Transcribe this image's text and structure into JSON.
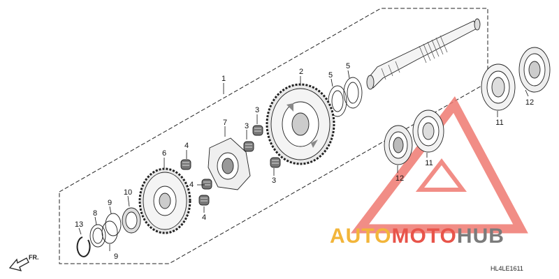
{
  "diagram": {
    "callouts": {
      "c1": "1",
      "c2": "2",
      "c3a": "3",
      "c3b": "3",
      "c3c": "3",
      "c4a": "4",
      "c4b": "4",
      "c4c": "4",
      "c5a": "5",
      "c5b": "5",
      "c6": "6",
      "c7": "7",
      "c8": "8",
      "c9a": "9",
      "c9b": "9",
      "c10": "10",
      "c11a": "11",
      "c11b": "11",
      "c12a": "12",
      "c12b": "12",
      "c13": "13"
    },
    "front_label": "FR.",
    "diagram_code": "HL4LE1611"
  },
  "watermark": {
    "word_auto": "AUTO",
    "word_moto": "MOTO",
    "word_hub": "HUB",
    "colors": {
      "auto": "#f2b53a",
      "moto": "#e8544a",
      "hub": "#7b7b7b",
      "triangle": "#ef7a72"
    }
  }
}
